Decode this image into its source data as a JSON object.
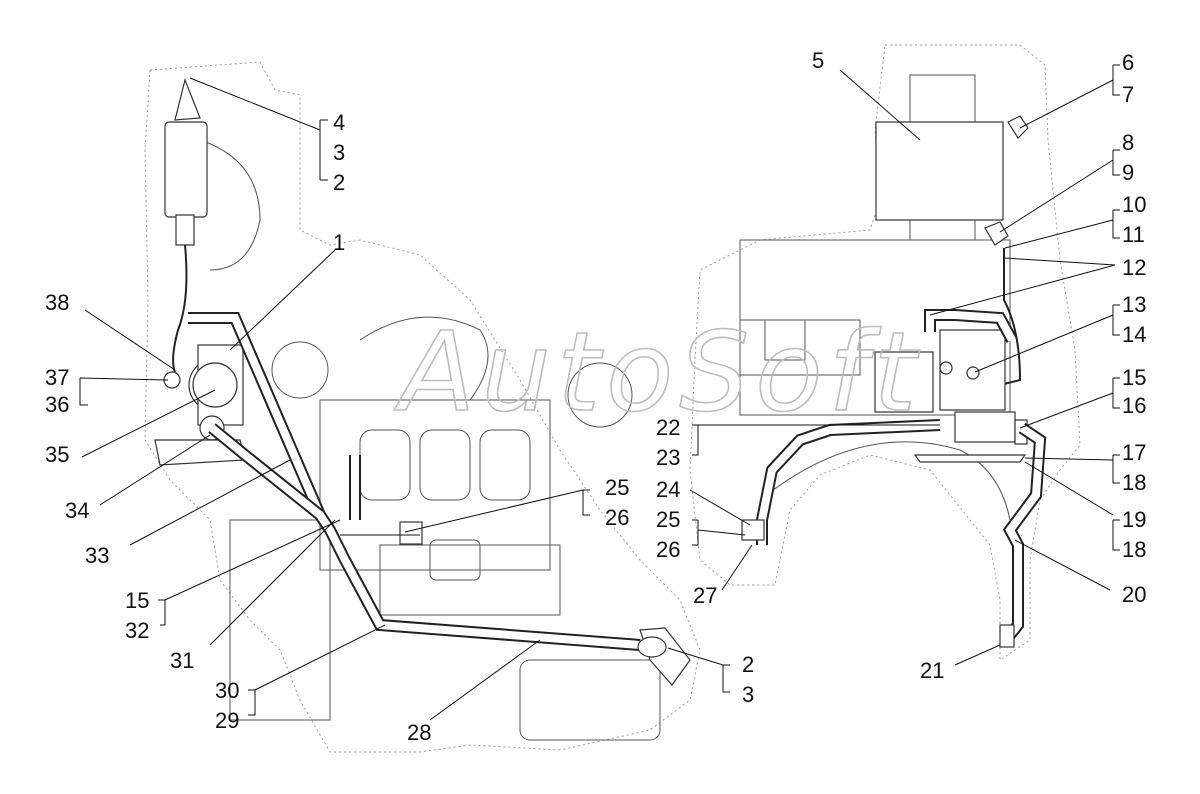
{
  "watermark": "AutoSoft",
  "labels": {
    "l1": "1",
    "l2a": "2",
    "l2b": "2",
    "l3a": "3",
    "l3b": "3",
    "l4": "4",
    "l5": "5",
    "l6": "6",
    "l7": "7",
    "l8": "8",
    "l9": "9",
    "l10": "10",
    "l11": "11",
    "l12": "12",
    "l13": "13",
    "l14": "14",
    "l15a": "15",
    "l15b": "15",
    "l16": "16",
    "l17": "17",
    "l18a": "18",
    "l18b": "18",
    "l19": "19",
    "l20": "20",
    "l21": "21",
    "l22": "22",
    "l23": "23",
    "l24": "24",
    "l25a": "25",
    "l25b": "25",
    "l26a": "26",
    "l26b": "26",
    "l27": "27",
    "l28": "28",
    "l29": "29",
    "l30": "30",
    "l31": "31",
    "l32": "32",
    "l33": "33",
    "l34": "34",
    "l35": "35",
    "l36": "36",
    "l37": "37",
    "l38": "38"
  }
}
